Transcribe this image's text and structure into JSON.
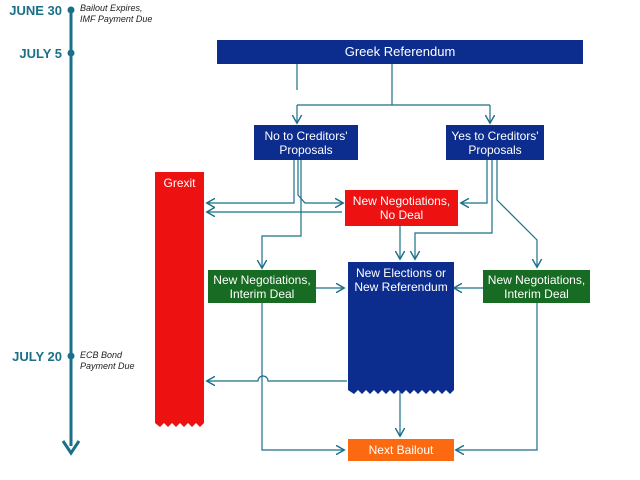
{
  "timeline": {
    "events": [
      {
        "date": "JUNE 30",
        "note_line1": "Bailout Expires,",
        "note_line2": "IMF Payment Due"
      },
      {
        "date": "JULY 5",
        "note_line1": "",
        "note_line2": ""
      },
      {
        "date": "JULY 20",
        "note_line1": "ECB Bond",
        "note_line2": "Payment Due"
      }
    ]
  },
  "nodes": {
    "referendum": {
      "label": "Greek Referendum"
    },
    "no_proposals": {
      "line1": "No to Creditors'",
      "line2": "Proposals"
    },
    "yes_proposals": {
      "line1": "Yes to Creditors'",
      "line2": "Proposals"
    },
    "grexit": {
      "label": "Grexit"
    },
    "new_neg_no_deal": {
      "line1": "New Negotiations,",
      "line2": "No Deal"
    },
    "neg_interim_left": {
      "line1": "New Negotiations,",
      "line2": "Interim Deal"
    },
    "elections": {
      "line1": "New Elections or",
      "line2": "New Referendum"
    },
    "neg_interim_right": {
      "line1": "New Negotiations,",
      "line2": "Interim Deal"
    },
    "next_bailout": {
      "label": "Next Bailout"
    }
  },
  "colors": {
    "navy": "#0c2d8e",
    "red": "#ee1111",
    "green": "#186b23",
    "orange": "#fb6a10",
    "connector": "#1a7088"
  }
}
